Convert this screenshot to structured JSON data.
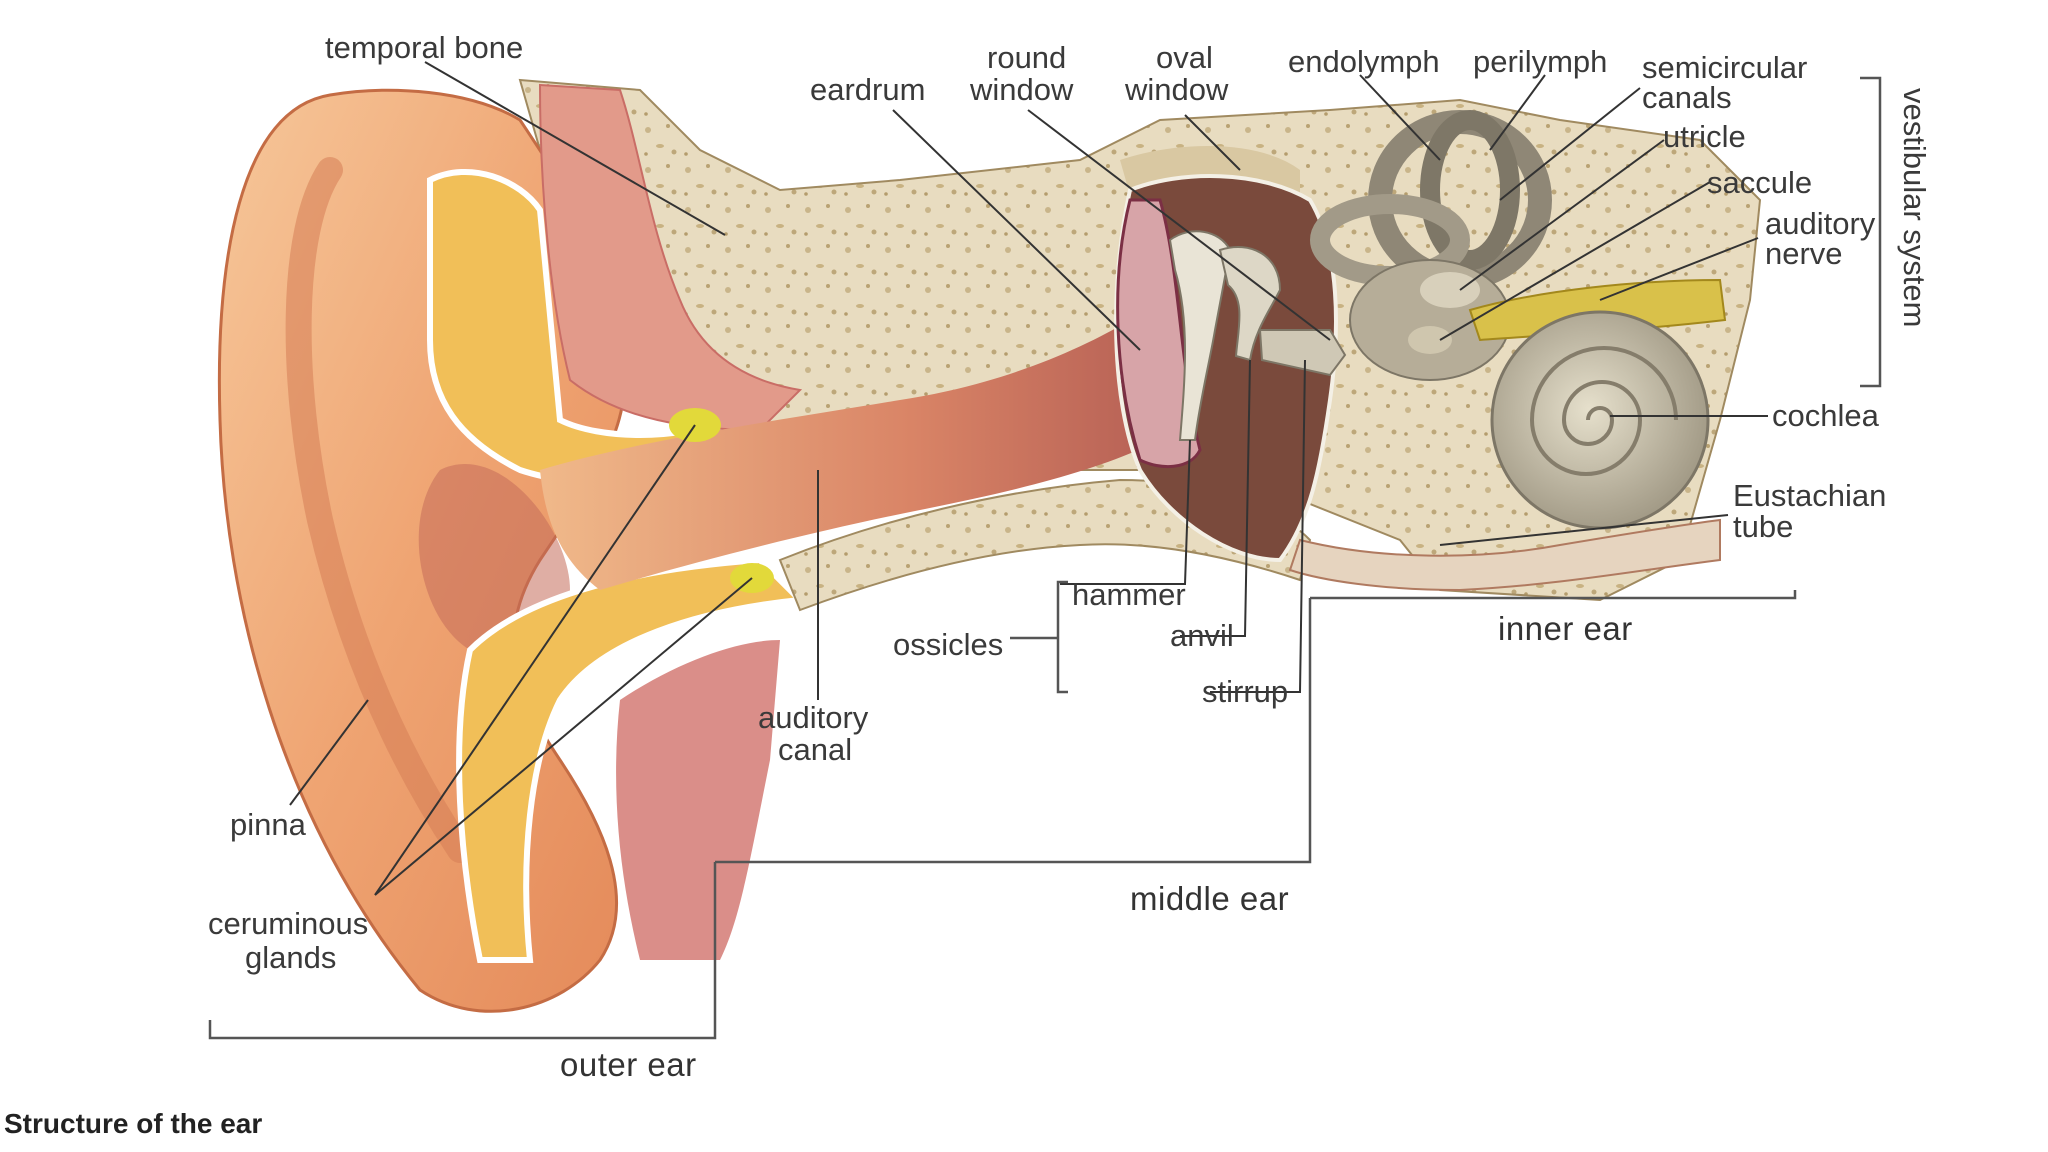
{
  "caption": "Structure of the ear",
  "labels": {
    "temporal_bone": "temporal bone",
    "eardrum": "eardrum",
    "round_window_1": "round",
    "round_window_2": "window",
    "oval_window_1": "oval",
    "oval_window_2": "window",
    "endolymph": "endolymph",
    "perilymph": "perilymph",
    "semicircular_canals_1": "semicircular",
    "semicircular_canals_2": "canals",
    "utricle": "utricle",
    "saccule": "saccule",
    "auditory_nerve_1": "auditory",
    "auditory_nerve_2": "nerve",
    "vestibular_system": "vestibular system",
    "cochlea": "cochlea",
    "eustachian_tube_1": "Eustachian",
    "eustachian_tube_2": "tube",
    "hammer": "hammer",
    "anvil": "anvil",
    "stirrup": "stirrup",
    "ossicles": "ossicles",
    "auditory_canal_1": "auditory",
    "auditory_canal_2": "canal",
    "pinna": "pinna",
    "ceruminous_glands_1": "ceruminous",
    "ceruminous_glands_2": "glands",
    "outer_ear": "outer ear",
    "middle_ear": "middle ear",
    "inner_ear": "inner ear"
  }
}
